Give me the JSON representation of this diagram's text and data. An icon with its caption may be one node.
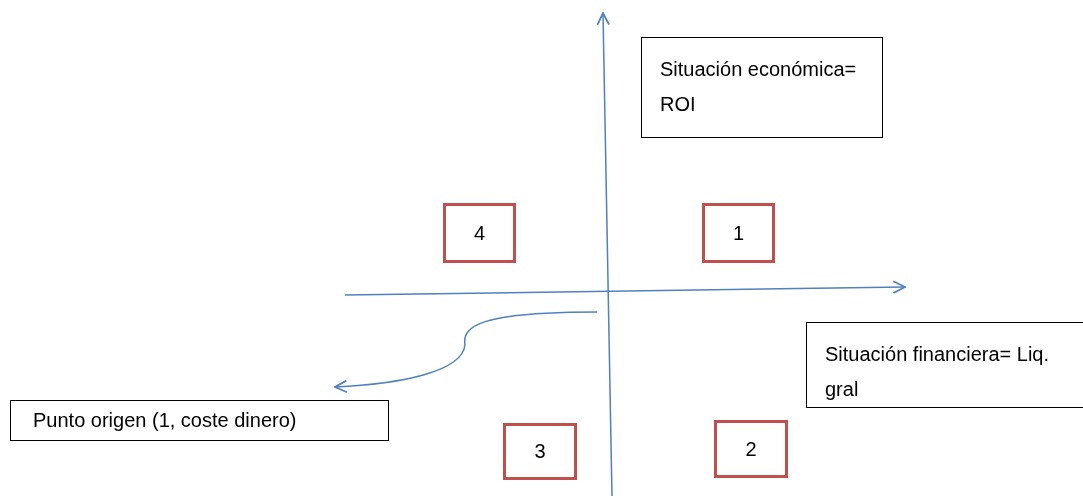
{
  "diagram": {
    "nodes": [
      {
        "text": [
          "Situación económica= ROI"
        ]
      },
      {
        "text": [
          "4"
        ]
      },
      {
        "text": [
          "1"
        ]
      },
      {
        "text": [
          "Situación financiera= Liq. gral"
        ]
      },
      {
        "text": [
          "Punto origen (1, coste dinero)"
        ]
      },
      {
        "text": [
          "3"
        ]
      },
      {
        "text": [
          "2"
        ]
      }
    ],
    "edges": [
      {
        "from": null,
        "to": 4,
        "arrow": "to"
      }
    ]
  }
}
